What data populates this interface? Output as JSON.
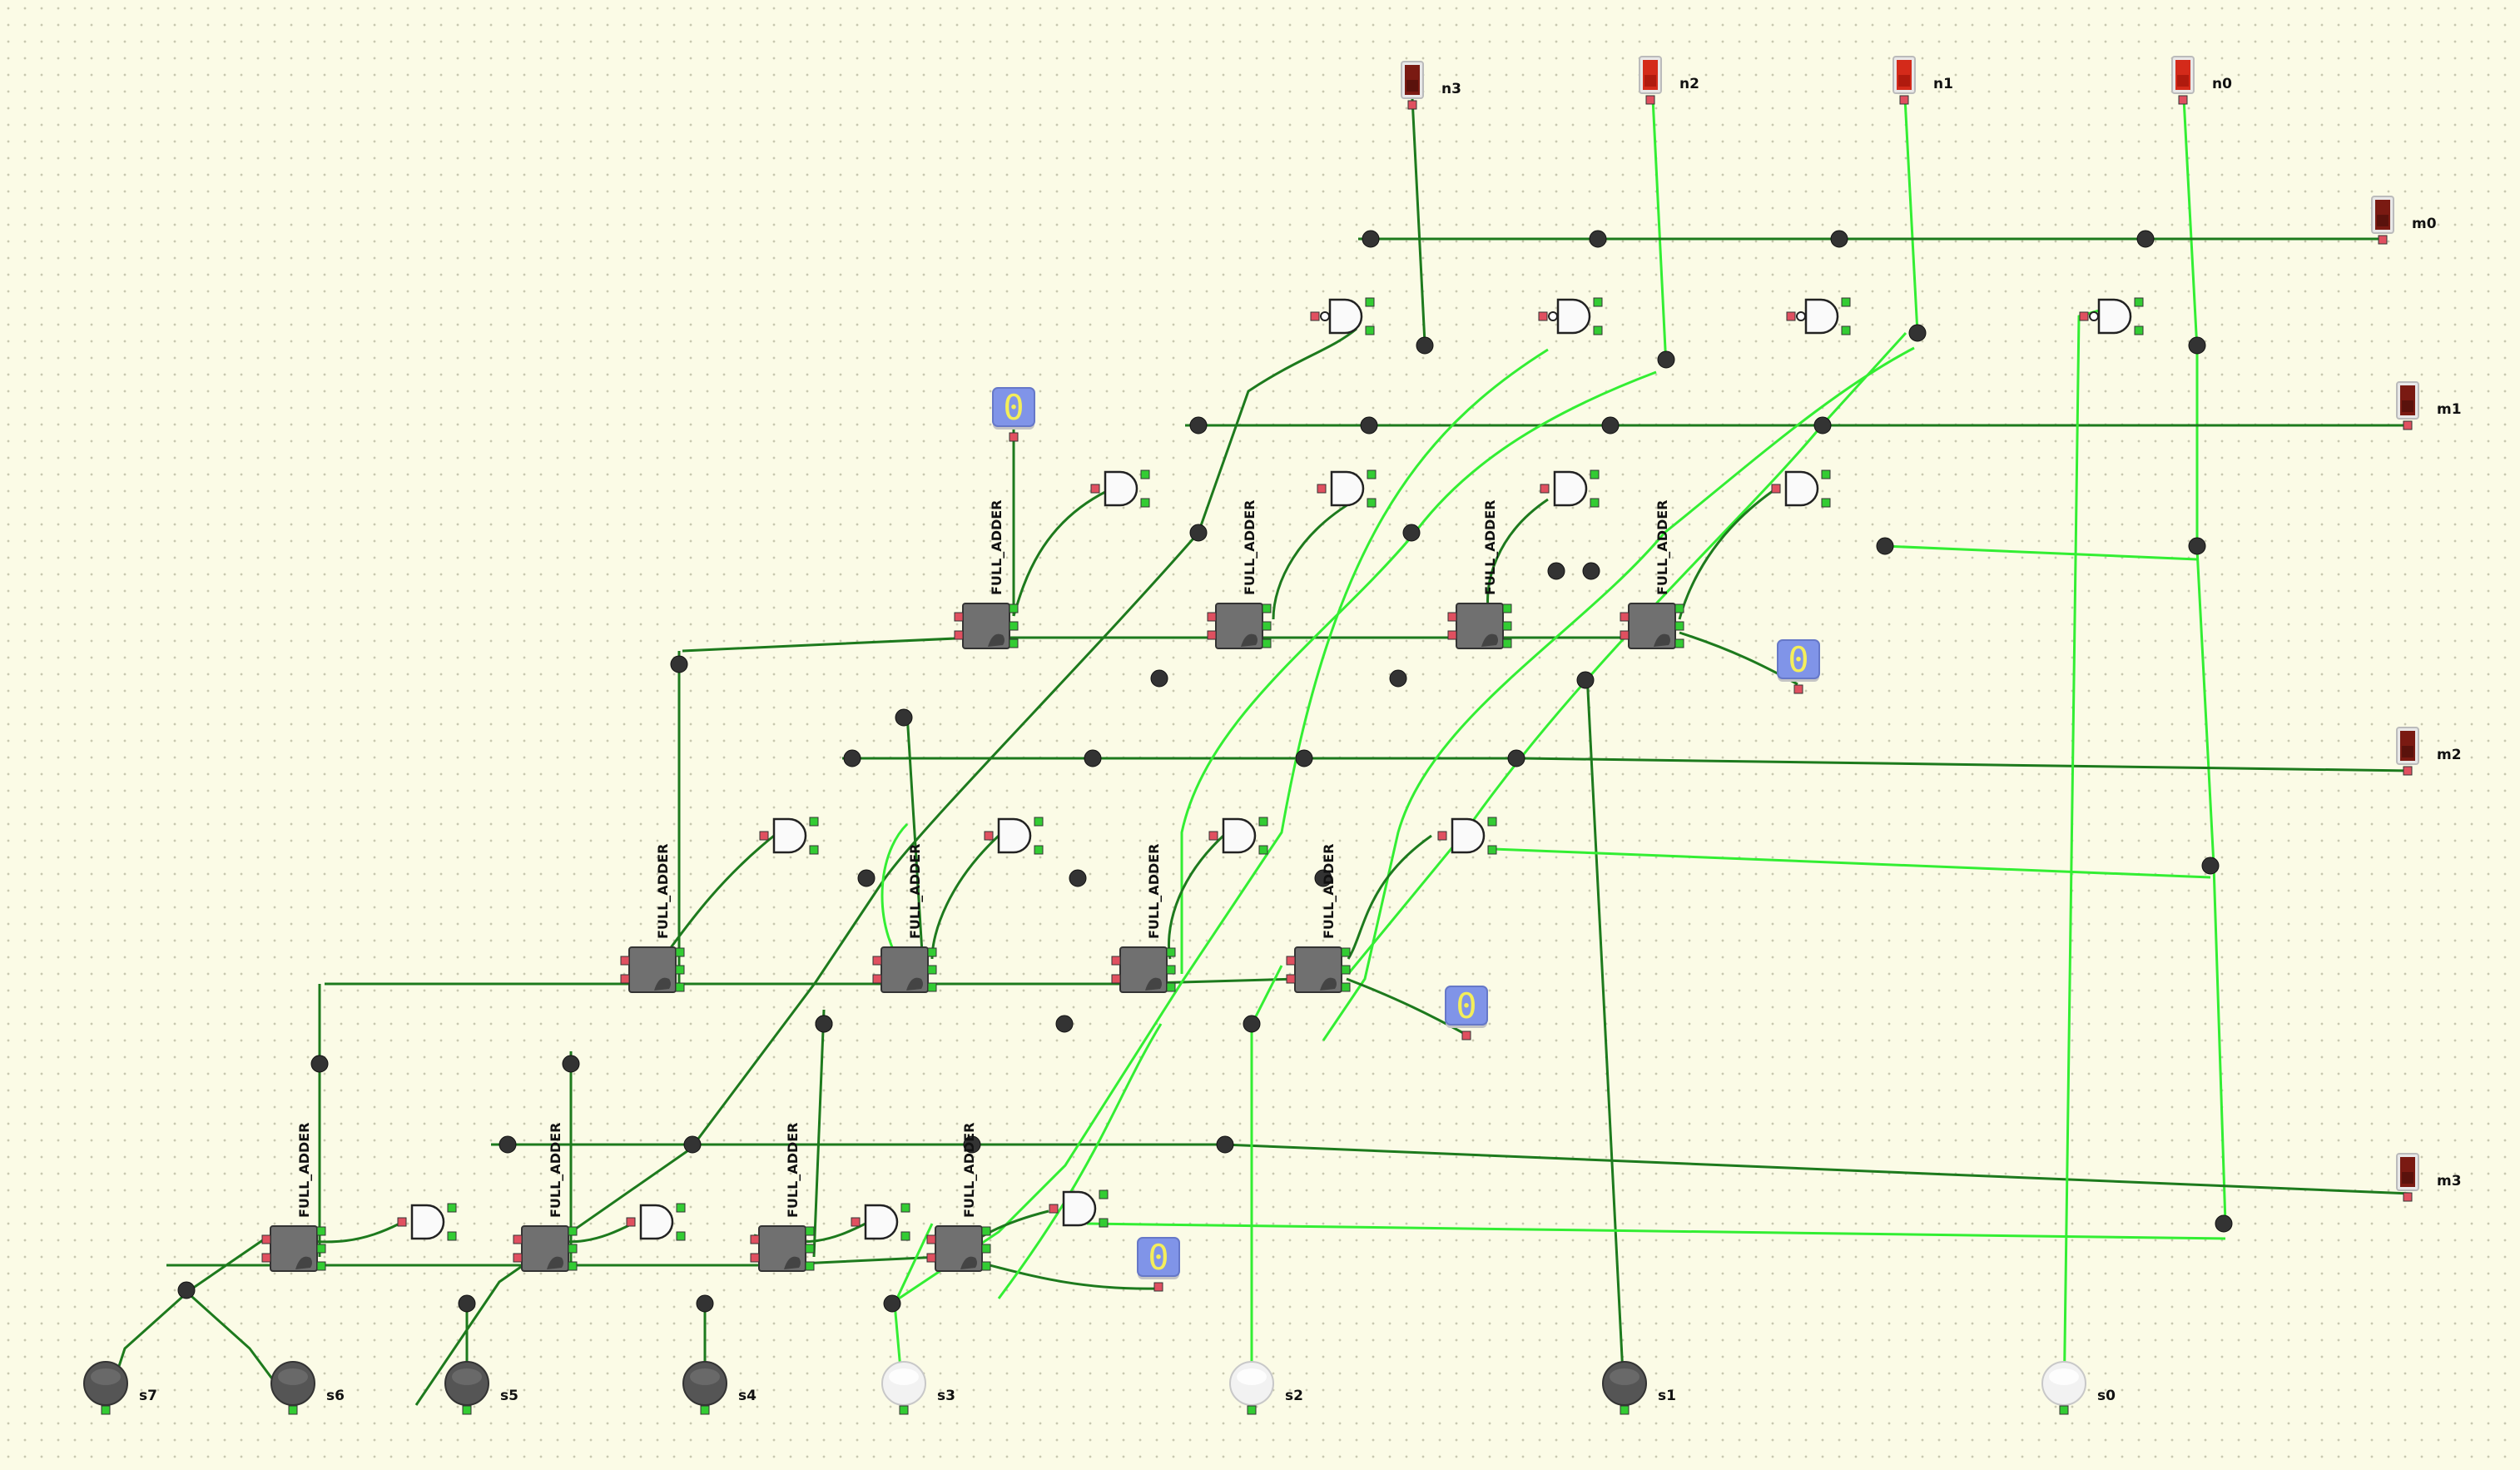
{
  "colors": {
    "background": "#fbfbe6",
    "wire_on": "#33ee33",
    "wire_off": "#1d7a1d",
    "pin_in": "#e05060",
    "pin_out": "#33cc33",
    "led_on": "#d42a1a",
    "led_off": "#7a1a12",
    "switch_on": "#f2f2f2",
    "switch_off": "#555555",
    "hex_display": "#8094e8"
  },
  "outputs": [
    {
      "label": "n3",
      "on": false
    },
    {
      "label": "n2",
      "on": true
    },
    {
      "label": "n1",
      "on": true
    },
    {
      "label": "n0",
      "on": true
    },
    {
      "label": "m0",
      "on": false
    },
    {
      "label": "m1",
      "on": false
    },
    {
      "label": "m2",
      "on": false
    },
    {
      "label": "m3",
      "on": false
    }
  ],
  "inputs": [
    {
      "label": "s7",
      "on": false
    },
    {
      "label": "s6",
      "on": false
    },
    {
      "label": "s5",
      "on": false
    },
    {
      "label": "s4",
      "on": false
    },
    {
      "label": "s3",
      "on": true
    },
    {
      "label": "s2",
      "on": true
    },
    {
      "label": "s1",
      "on": false
    },
    {
      "label": "s0",
      "on": true
    }
  ],
  "full_adders": [
    {
      "label": "FULL_ADDER"
    },
    {
      "label": "FULL_ADDER"
    },
    {
      "label": "FULL_ADDER"
    },
    {
      "label": "FULL_ADDER"
    },
    {
      "label": "FULL_ADDER"
    },
    {
      "label": "FULL_ADDER"
    },
    {
      "label": "FULL_ADDER"
    },
    {
      "label": "FULL_ADDER"
    },
    {
      "label": "FULL_ADDER"
    },
    {
      "label": "FULL_ADDER"
    },
    {
      "label": "FULL_ADDER"
    },
    {
      "label": "FULL_ADDER"
    }
  ],
  "constants": [
    {
      "value": "0"
    },
    {
      "value": "0"
    },
    {
      "value": "0"
    },
    {
      "value": "0"
    }
  ]
}
